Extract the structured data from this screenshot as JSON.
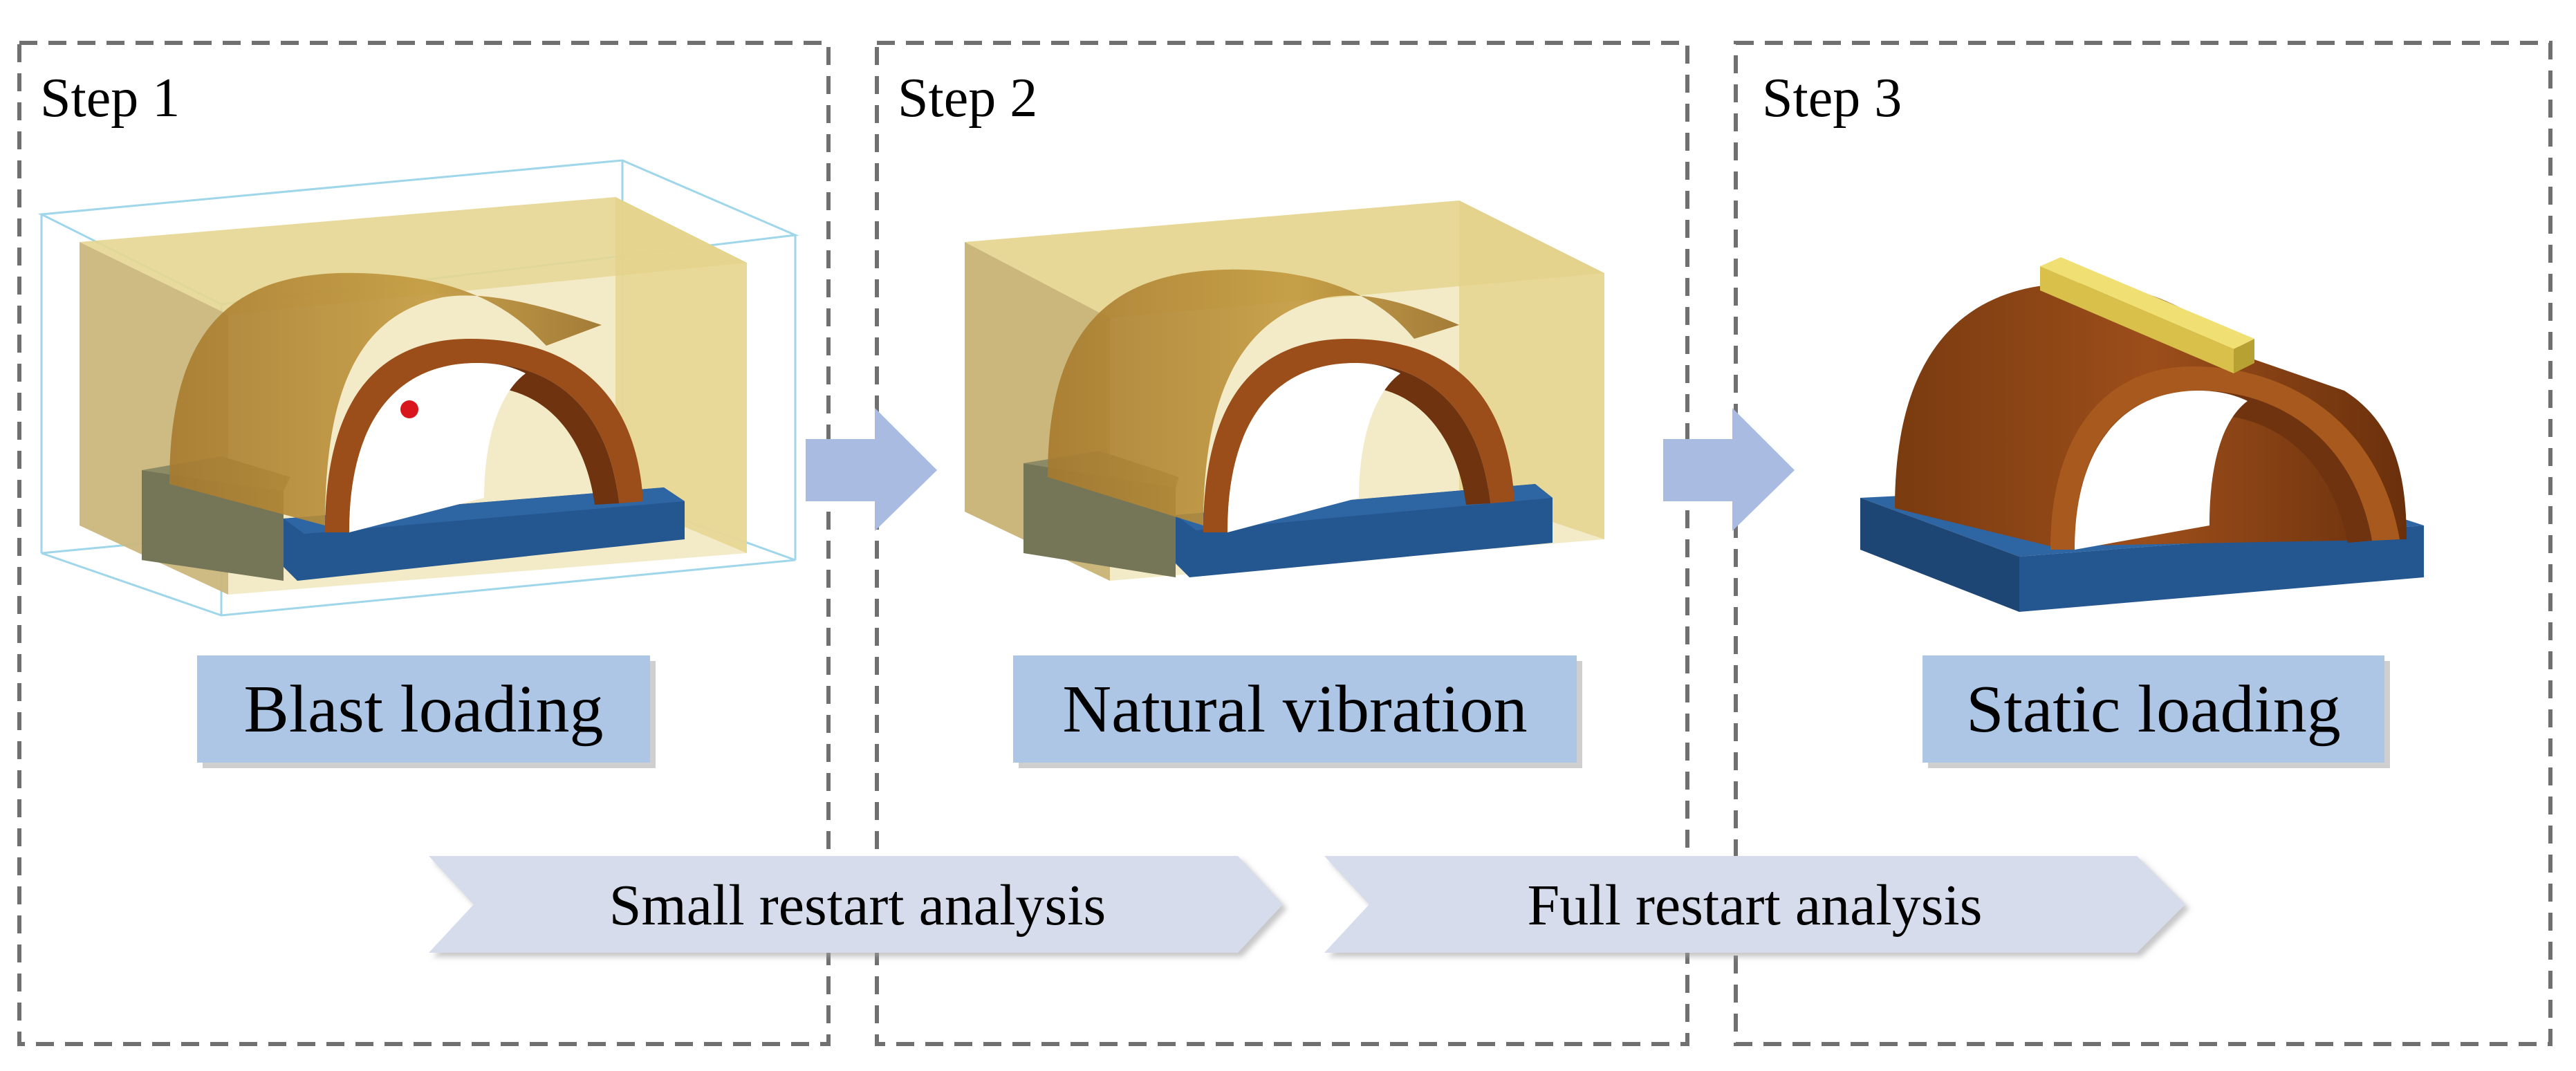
{
  "steps": [
    {
      "title": "Step 1",
      "caption": "Blast loading"
    },
    {
      "title": "Step 2",
      "caption": "Natural vibration"
    },
    {
      "title": "Step 3",
      "caption": "Static loading"
    }
  ],
  "analyses": [
    {
      "label": "Small restart analysis"
    },
    {
      "label": "Full restart analysis"
    }
  ],
  "colors": {
    "frame_dash": "#707070",
    "soil_box": "#e6d691",
    "arch_outer": "#b5852f",
    "arch_inner": "#8a4515",
    "floor": "#245790",
    "flow_arrow": "#a9bbe0",
    "caption_box": "#adc6e6",
    "chevron": "#d6dceb",
    "explosive": "#d8141c",
    "static_beam": "#e6cf55"
  }
}
